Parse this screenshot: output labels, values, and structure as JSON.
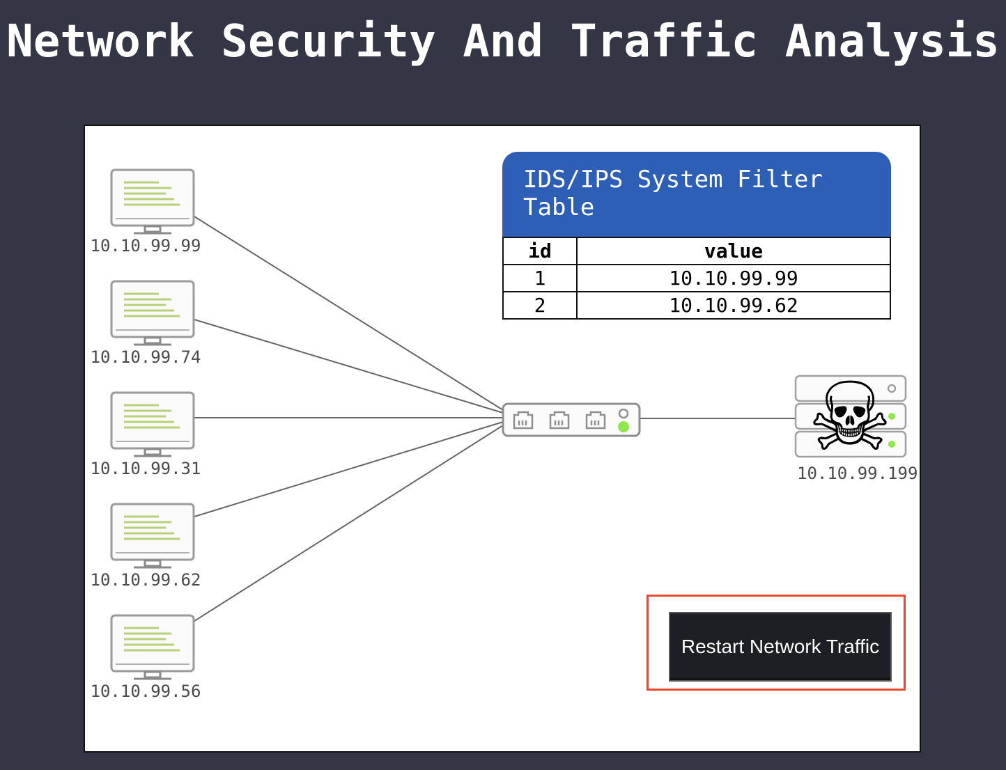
{
  "title": "Network Security And Traffic Analysis",
  "hosts": [
    {
      "ip": "10.10.99.99"
    },
    {
      "ip": "10.10.99.74"
    },
    {
      "ip": "10.10.99.31"
    },
    {
      "ip": "10.10.99.62"
    },
    {
      "ip": "10.10.99.56"
    }
  ],
  "ids_table": {
    "title": "IDS/IPS System Filter Table",
    "headers": {
      "id": "id",
      "value": "value"
    },
    "rows": [
      {
        "id": "1",
        "value": "10.10.99.99"
      },
      {
        "id": "2",
        "value": "10.10.99.62"
      }
    ],
    "header_color": "#2d5fb7"
  },
  "switch": {
    "icon": "network-switch-icon",
    "status_led_color": "#8ee84a"
  },
  "server": {
    "ip": "10.10.99.199",
    "icon": "server-rack-icon",
    "overlay_icon": "skull-crossbones-icon",
    "overlay_glyph": "☠"
  },
  "restart_button": {
    "label": "Restart Network Traffic",
    "highlight_color": "#e5492f"
  },
  "colors": {
    "background": "#343646",
    "screen_lines": "#b7d37a"
  }
}
